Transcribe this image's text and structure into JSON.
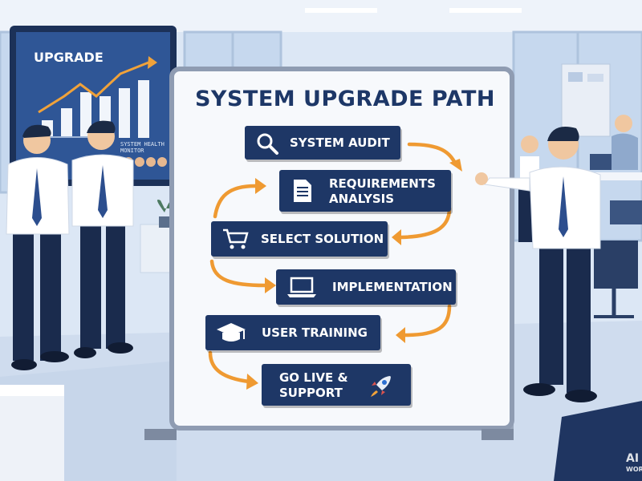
{
  "board": {
    "title": "SYSTEM UPGRADE PATH"
  },
  "steps": [
    {
      "label": "SYSTEM AUDIT",
      "icon": "magnifier-icon"
    },
    {
      "label": "REQUIREMENTS ANALYSIS",
      "line1": "REQUIREMENTS",
      "line2": "ANALYSIS",
      "icon": "document-icon"
    },
    {
      "label": "SELECT SOLUTION",
      "icon": "shopping-cart-icon"
    },
    {
      "label": "IMPLEMENTATION",
      "icon": "laptop-icon"
    },
    {
      "label": "USER TRAINING",
      "icon": "graduation-cap-icon"
    },
    {
      "label": "GO LIVE & SUPPORT",
      "line1": "GO LIVE &",
      "line2": "SUPPORT",
      "icon": "rocket-icon"
    }
  ],
  "tv": {
    "title": "UPGRADE",
    "subtitle": "SYSTEM HEALTH MONITOR"
  },
  "watermark": {
    "line1": "AI",
    "line2": "WOR"
  },
  "colors": {
    "step_box": "#1e3766",
    "arrow": "#ef9a32",
    "board": "#f7f9fc",
    "title": "#1d3767"
  }
}
